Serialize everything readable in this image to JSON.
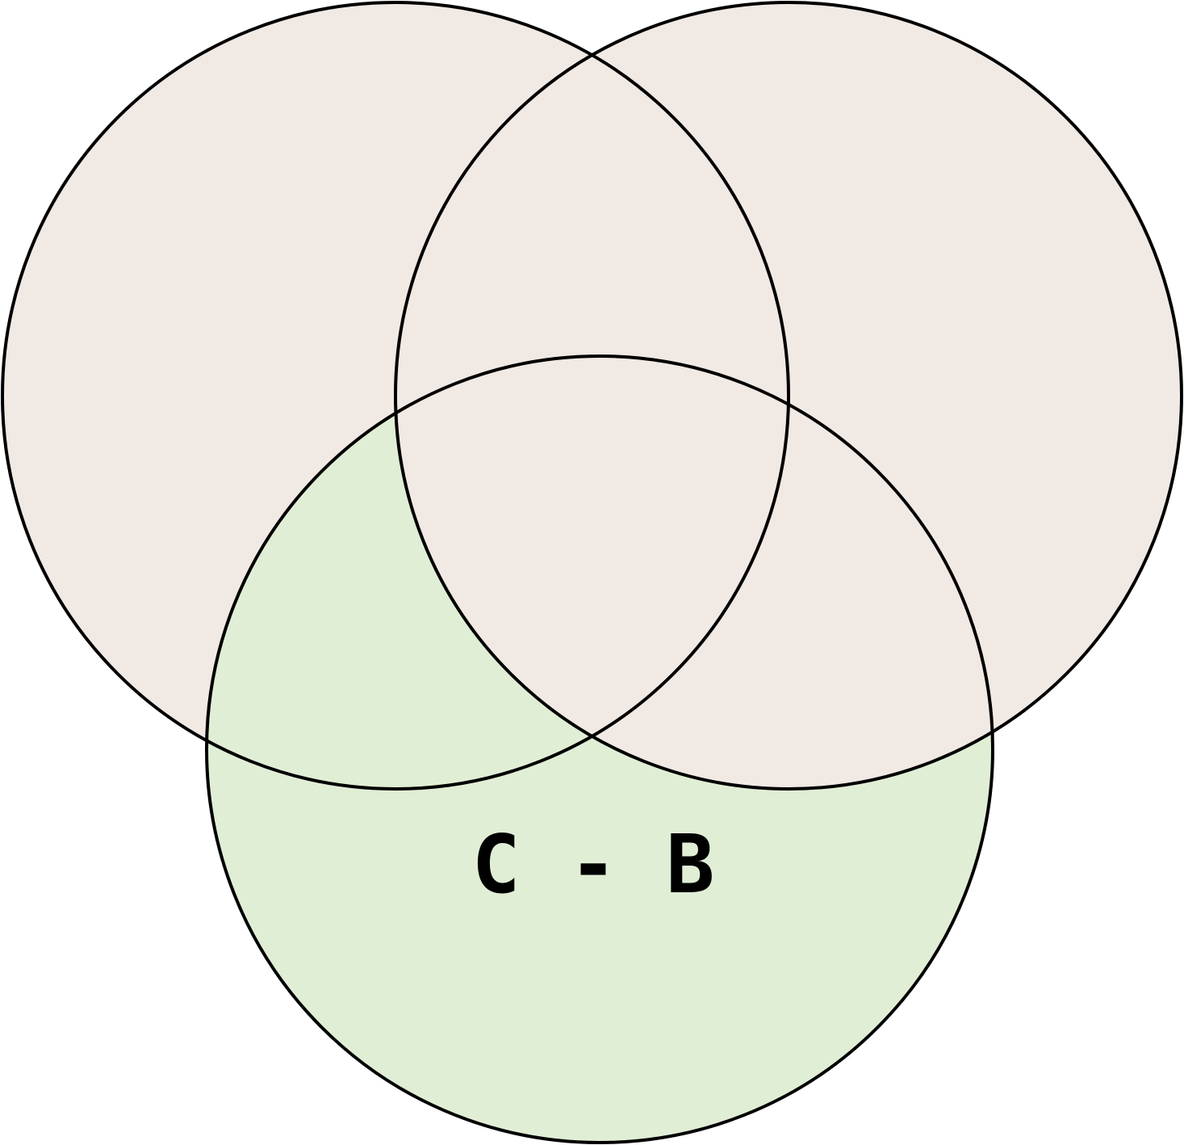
{
  "diagram": {
    "type": "venn",
    "sets": [
      {
        "id": "A",
        "fill": "#f1e9e4",
        "stroke": "#000000"
      },
      {
        "id": "B",
        "fill": "#f1e9e4",
        "stroke": "#000000"
      },
      {
        "id": "C",
        "fill": "#f1e9e4",
        "stroke": "#000000"
      }
    ],
    "highlight": {
      "region": "C - B",
      "fill": "#e1eed6"
    },
    "label": "C - B"
  }
}
